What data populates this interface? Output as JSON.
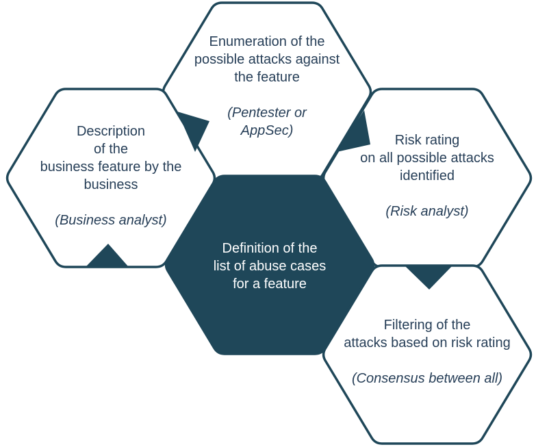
{
  "colors": {
    "dark": "#1f4759",
    "text": "#263e57",
    "center_text": "#ffffff",
    "background": "#ffffff"
  },
  "hexagons": {
    "top": {
      "title": "Enumeration of the\npossible attacks against\nthe feature",
      "role": "(Pentester or\nAppSec)"
    },
    "left": {
      "title": "Description\nof the\nbusiness feature by the\nbusiness",
      "role": "(Business analyst)"
    },
    "right": {
      "title": "Risk rating\non all possible attacks\nidentified",
      "role": "(Risk analyst)"
    },
    "center": {
      "title": "Definition of the\nlist of abuse cases\nfor a feature"
    },
    "bottom_right": {
      "title": "Filtering of the\nattacks based on risk rating",
      "role": "(Consensus between all)"
    }
  }
}
